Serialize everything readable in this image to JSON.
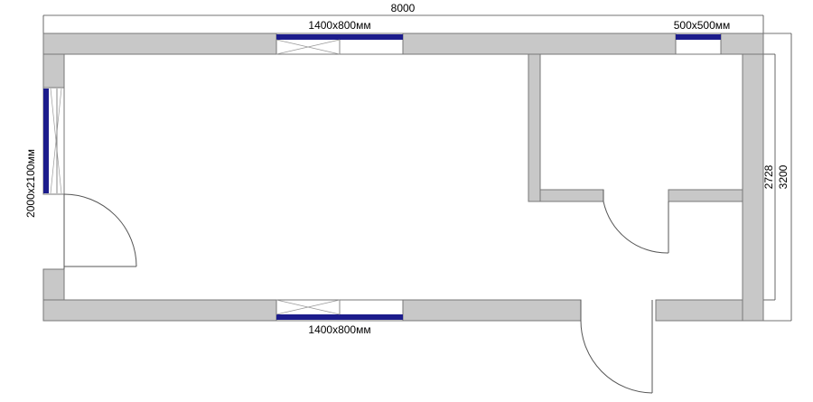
{
  "colors": {
    "wall_fill": "#c8c8c8",
    "wall_stroke": "#777777",
    "glazing": "#1c1c8c",
    "background": "#ffffff"
  },
  "dimensions": {
    "overall_length": "8000",
    "inner_height": "2728",
    "overall_height": "3200"
  },
  "openings": {
    "window_top": "1400x800мм",
    "window_small": "500x500мм",
    "window_bottom": "1400x800мм",
    "door_left": "2000x2100мм"
  }
}
